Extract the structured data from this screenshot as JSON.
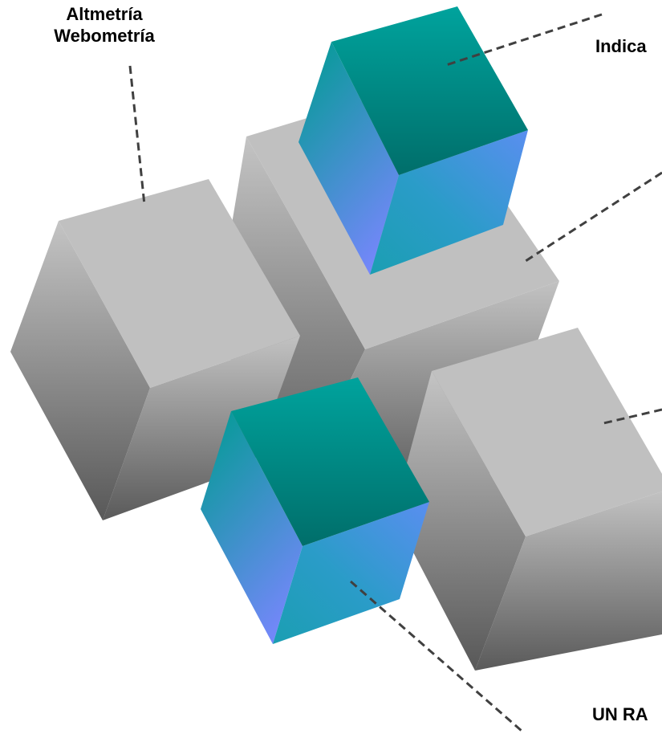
{
  "labels": {
    "altmetria_line1": "Altmetría",
    "altmetria_line2": "Webometría",
    "top_right": "Indica",
    "bottom_right": "UN RA"
  },
  "colors": {
    "grey_top": "#c0c0c0",
    "grey_dark": "#545454",
    "teal_top": "#00a09a",
    "teal_dark": "#00706c",
    "blue_light": "#7b86ff",
    "leader_line": "#404040"
  }
}
